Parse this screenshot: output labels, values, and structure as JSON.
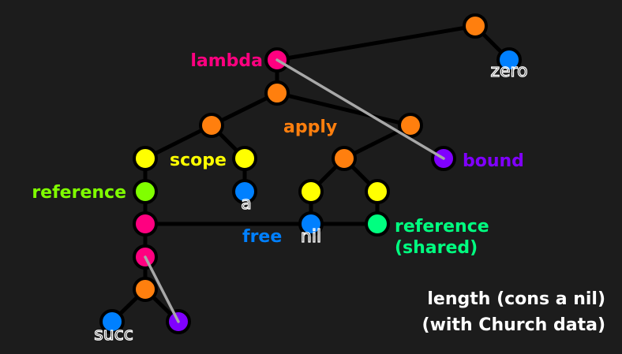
{
  "colors": {
    "background": "#1c1c1c",
    "edge": "#000000",
    "pointer": "#a8a8a8",
    "node_outline": "#000000",
    "orange": "#ff7f0e",
    "magenta": "#ff0080",
    "yellow": "#ffff00",
    "green": "#80ff00",
    "blue": "#0080ff",
    "purple": "#8000ff",
    "teal": "#00ff80",
    "white": "#ffffff"
  },
  "labels": {
    "lambda": "lambda",
    "apply": "apply",
    "scope": "scope",
    "bound": "bound",
    "reference": "reference",
    "free": "free",
    "reference_shared_1": "reference",
    "reference_shared_2": "(shared)",
    "zero": "zero",
    "a": "a",
    "nil": "nil",
    "succ": "succ"
  },
  "caption": {
    "line1": "length (cons a nil)",
    "line2": "(with Church data)"
  }
}
